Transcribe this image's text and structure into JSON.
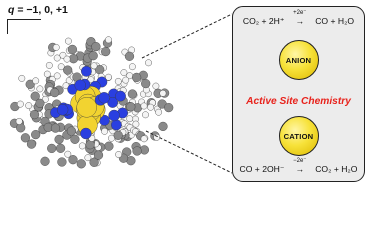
{
  "charge": {
    "symbol": "q",
    "rest": " = −1, 0, +1"
  },
  "panel": {
    "reduction": {
      "left": "CO₂ + 2H⁺",
      "over": "+2e⁻",
      "right": "CO + H₂O"
    },
    "anion": "ANION",
    "title": "Active Site Chemistry",
    "cation": "CATION",
    "oxidation": {
      "left": "CO + 2OH⁻",
      "over": "−2e⁻",
      "right": "CO₂ + H₂O"
    }
  },
  "colors": {
    "accent": "#e8231c",
    "gold": "#f2d330",
    "nitrogen": "#2a3fe0",
    "carbon": "#8a8a8a",
    "hydrogen": "#f4f4f4"
  },
  "icons": [
    "gold-sphere",
    "nanocluster-model"
  ]
}
